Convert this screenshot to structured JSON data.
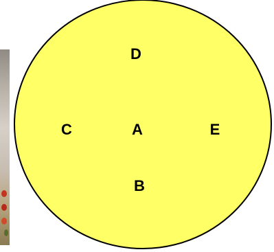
{
  "diagram": {
    "circle_fill": "#ffff66",
    "circle_stroke": "#000000",
    "labels": {
      "top": "D",
      "left": "C",
      "center": "A",
      "right": "E",
      "bottom": "B"
    }
  },
  "photo": {
    "description_visible": false
  }
}
